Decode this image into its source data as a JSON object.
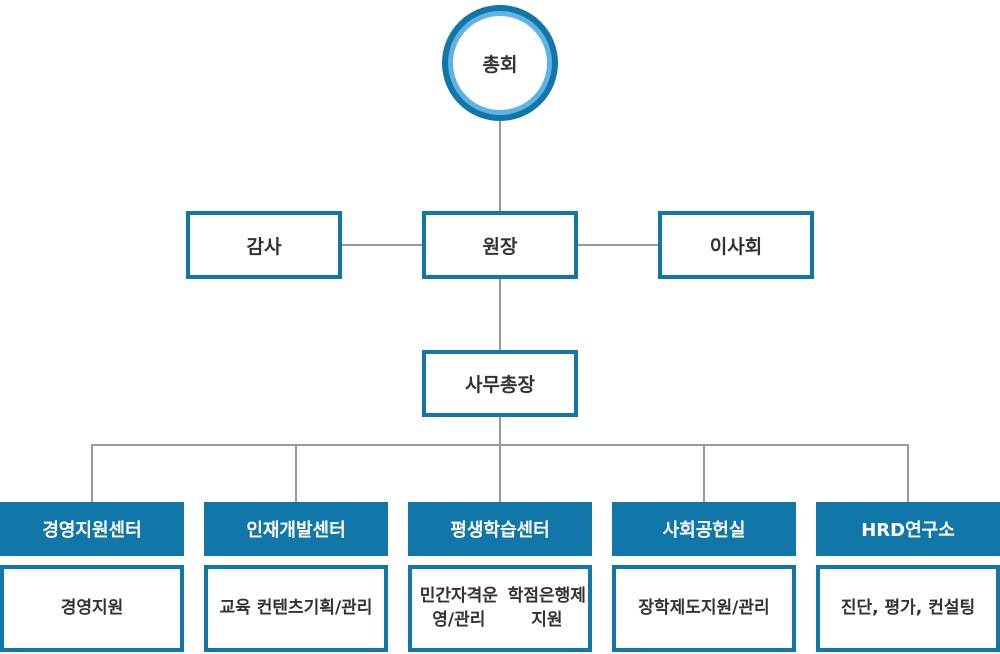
{
  "assembly": {
    "label": "총회"
  },
  "auditor": {
    "label": "감사"
  },
  "president": {
    "label": "원장"
  },
  "board": {
    "label": "이사회"
  },
  "secretary_general": {
    "label": "사무총장"
  },
  "departments": [
    {
      "label": "경영지원센터",
      "sub": [
        "경영지원"
      ]
    },
    {
      "label": "인재개발센터",
      "sub": [
        "교육 컨텐츠",
        "기획/관리"
      ]
    },
    {
      "label": "평생학습센터",
      "sub": [
        "민간자격운영/관리",
        "학점은행제 지원"
      ]
    },
    {
      "label": "사회공헌실",
      "sub": [
        "장학제도",
        "지원/관리"
      ]
    },
    {
      "label": "HRD연구소",
      "sub": [
        "진단, 평가, 컨설팅"
      ]
    }
  ],
  "colors": {
    "primary": "#1177a8",
    "ring_light": "#5fb3e3",
    "connector": "#9a9a9a"
  }
}
